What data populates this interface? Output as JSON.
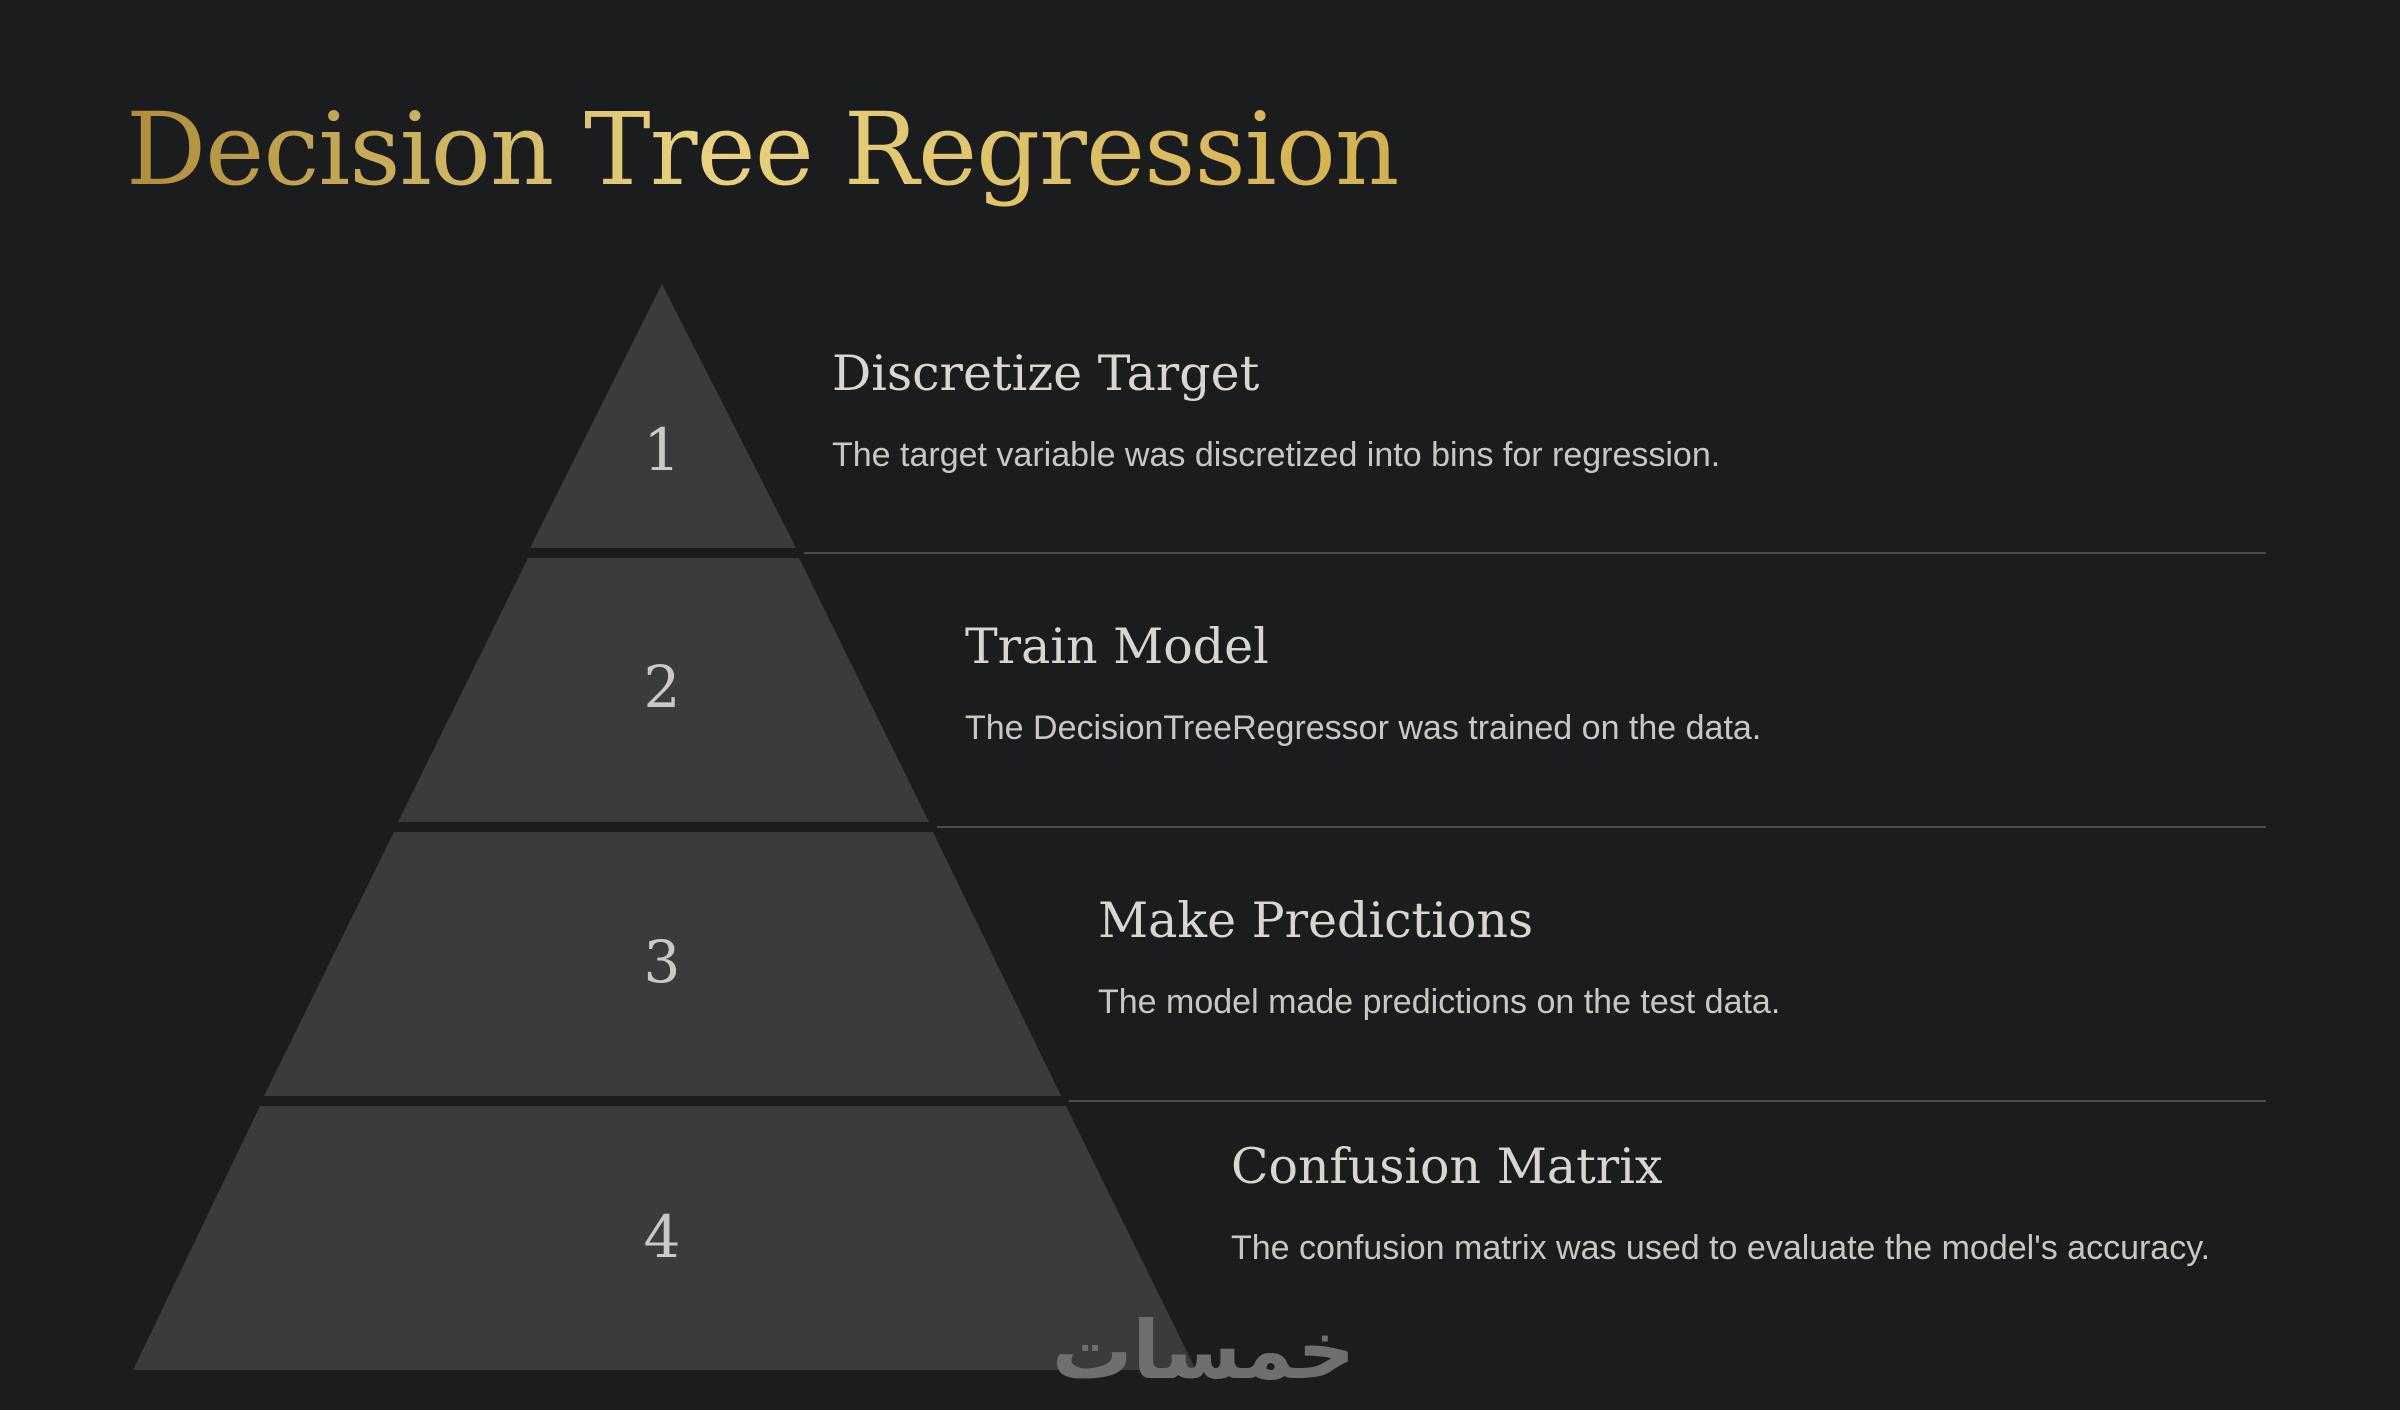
{
  "slide": {
    "title": "Decision Tree Regression"
  },
  "steps": [
    {
      "number": "1",
      "title": "Discretize Target",
      "description": "The target variable was discretized into bins for regression."
    },
    {
      "number": "2",
      "title": "Train Model",
      "description": "The DecisionTreeRegressor was trained on the data."
    },
    {
      "number": "3",
      "title": "Make Predictions",
      "description": "The model made predictions on the test data."
    },
    {
      "number": "4",
      "title": "Confusion Matrix",
      "description": "The confusion matrix was used to evaluate the model's accuracy."
    }
  ],
  "watermark": {
    "text": "خمسات"
  },
  "colors": {
    "background": "#1b1c1e",
    "tier_fill": "#3a3b3d",
    "title_gold_start": "#b08d3a",
    "title_gold_mid": "#e8d27e",
    "text_light": "#d9d6cf",
    "divider": "#4a4b4d"
  }
}
